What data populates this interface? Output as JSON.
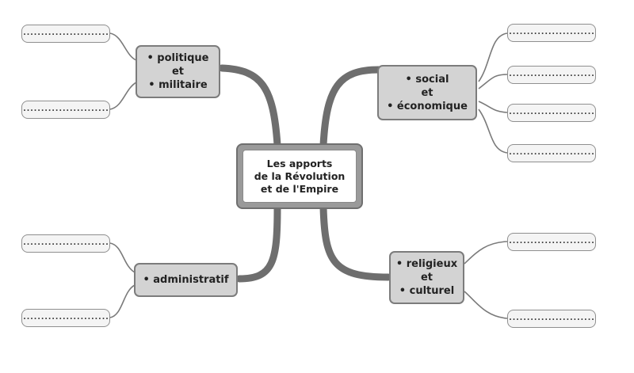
{
  "center": {
    "lines": [
      "Les apports",
      "de la Révolution",
      "et de l'Empire"
    ]
  },
  "categories": [
    {
      "id": "politique",
      "lines": [
        "• politique",
        "et",
        "• militaire"
      ]
    },
    {
      "id": "social",
      "lines": [
        "• social",
        "et",
        "• économique"
      ]
    },
    {
      "id": "administratif",
      "lines": [
        "• administratif"
      ]
    },
    {
      "id": "religieux",
      "lines": [
        "• religieux",
        "et",
        "• culturel"
      ]
    }
  ],
  "blank_placeholder": "..........................",
  "leaf_count": 10
}
